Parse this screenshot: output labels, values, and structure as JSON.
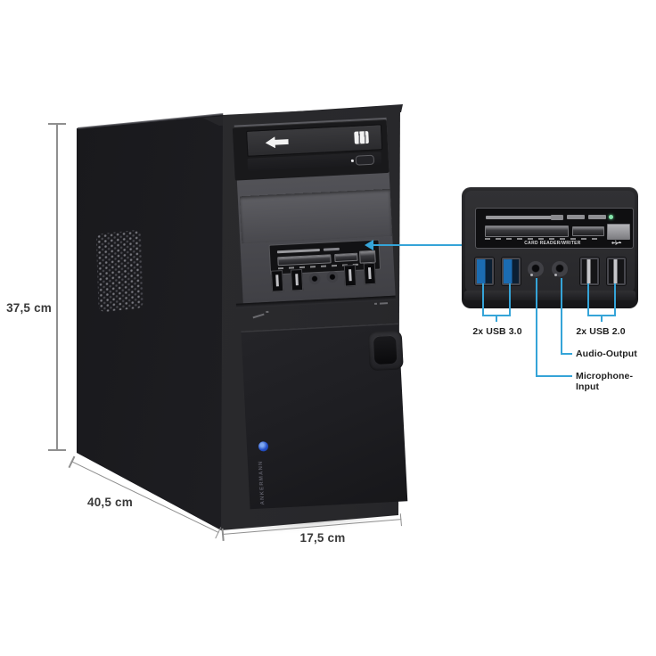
{
  "product_view": {
    "brand_vertical_text": "ANKERMANN",
    "dimensions": {
      "height_label": "37,5 cm",
      "depth_label": "40,5 cm",
      "width_label": "17,5 cm"
    }
  },
  "callout_panel": {
    "card_reader_label": "CARD READER/WRITER",
    "port_labels": {
      "usb3": "2x USB 3.0",
      "usb2": "2x USB 2.0",
      "audio_output": "Audio-Output",
      "microphone_input": "Microphone-Input"
    }
  },
  "colors": {
    "background": "#ffffff",
    "accent_blue": "#35a4d8",
    "dimension_line_gray": "#8f8f8f",
    "dimension_text": "#3a3a3a",
    "label_text": "#1f1f1f",
    "usb3_port_blue": "#1b6cb2",
    "led_green": "#86e6ac",
    "case_black": "#1a1a1d",
    "front_bay_gray": "#4c4c51"
  }
}
